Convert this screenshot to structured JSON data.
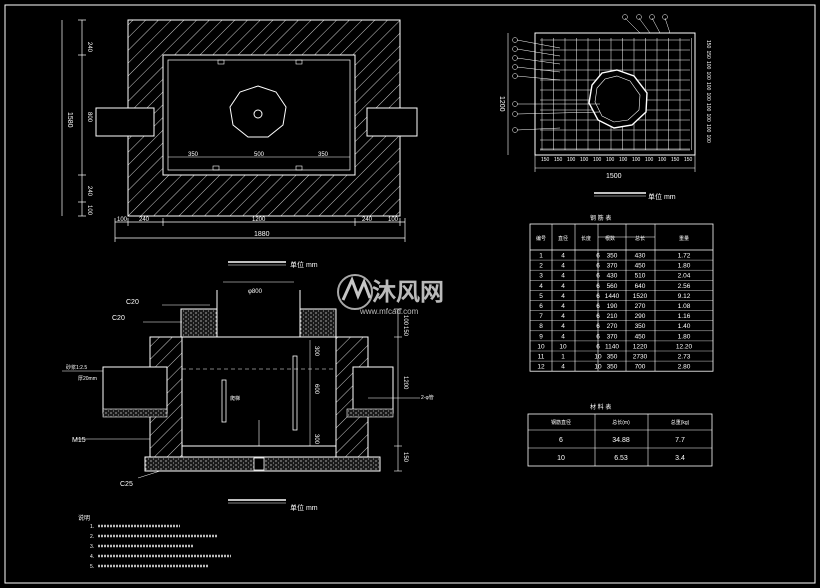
{
  "plan": {
    "dims_left": [
      "240",
      "800",
      "240",
      "100"
    ],
    "total_height": "1580",
    "dims_bottom": [
      "100",
      "240",
      "1200",
      "240",
      "100"
    ],
    "total_width": "1880",
    "inner_dims": [
      "350",
      "500",
      "350"
    ],
    "caption_unit": "单位 mm"
  },
  "rebar": {
    "height": "1200",
    "width": "1500",
    "bottom_ticks": [
      "150",
      "150",
      "100",
      "100",
      "100",
      "100",
      "100",
      "100",
      "100",
      "100",
      "150",
      "150"
    ],
    "caption_unit": "单位 mm"
  },
  "section": {
    "top_label": "φ800",
    "labels": {
      "c20_top": "C20",
      "c20_slab": "C20",
      "mortar": "砂浆1:2.5",
      "thickness": "厚20mm",
      "m15": "M15",
      "c25": "C25",
      "pipe_note": "2-φ管",
      "ladder": "爬梯"
    },
    "dims_right": [
      "100",
      "150",
      "1200",
      "150"
    ],
    "dims_inner": [
      "300",
      "600",
      "300"
    ],
    "caption_unit": "单位 mm"
  },
  "table1": {
    "title": "钢 筋 表",
    "headers": [
      "编号",
      "直径",
      "长度",
      "根数",
      "总长",
      "重量"
    ],
    "rows": [
      [
        "1",
        "4",
        "6",
        "350",
        "430",
        "1.72"
      ],
      [
        "2",
        "4",
        "6",
        "370",
        "450",
        "1.80"
      ],
      [
        "3",
        "4",
        "6",
        "430",
        "510",
        "2.04"
      ],
      [
        "4",
        "4",
        "6",
        "560",
        "640",
        "2.56"
      ],
      [
        "5",
        "4",
        "6",
        "1440",
        "1520",
        "9.12"
      ],
      [
        "6",
        "4",
        "6",
        "190",
        "270",
        "1.08"
      ],
      [
        "7",
        "4",
        "6",
        "210",
        "290",
        "1.16"
      ],
      [
        "8",
        "4",
        "6",
        "270",
        "350",
        "1.40"
      ],
      [
        "9",
        "4",
        "6",
        "370",
        "450",
        "1.80"
      ],
      [
        "10",
        "10",
        "6",
        "1140",
        "1220",
        "12.20"
      ],
      [
        "11",
        "1",
        "10",
        "350",
        "2730",
        "2.73"
      ],
      [
        "12",
        "4",
        "10",
        "350",
        "700",
        "2.80"
      ]
    ]
  },
  "table2": {
    "title": "材 料 表",
    "headers": [
      "钢筋直径",
      "总长(m)",
      "总重(kg)"
    ],
    "rows": [
      [
        "6",
        "34.88",
        "7.7"
      ],
      [
        "10",
        "6.53",
        "3.4"
      ]
    ]
  },
  "watermark": {
    "cn": "沐风网",
    "url": "www.mfcad.com"
  },
  "notes_title": "说明",
  "notes": [
    "1.",
    "2.",
    "3.",
    "4.",
    "5."
  ]
}
